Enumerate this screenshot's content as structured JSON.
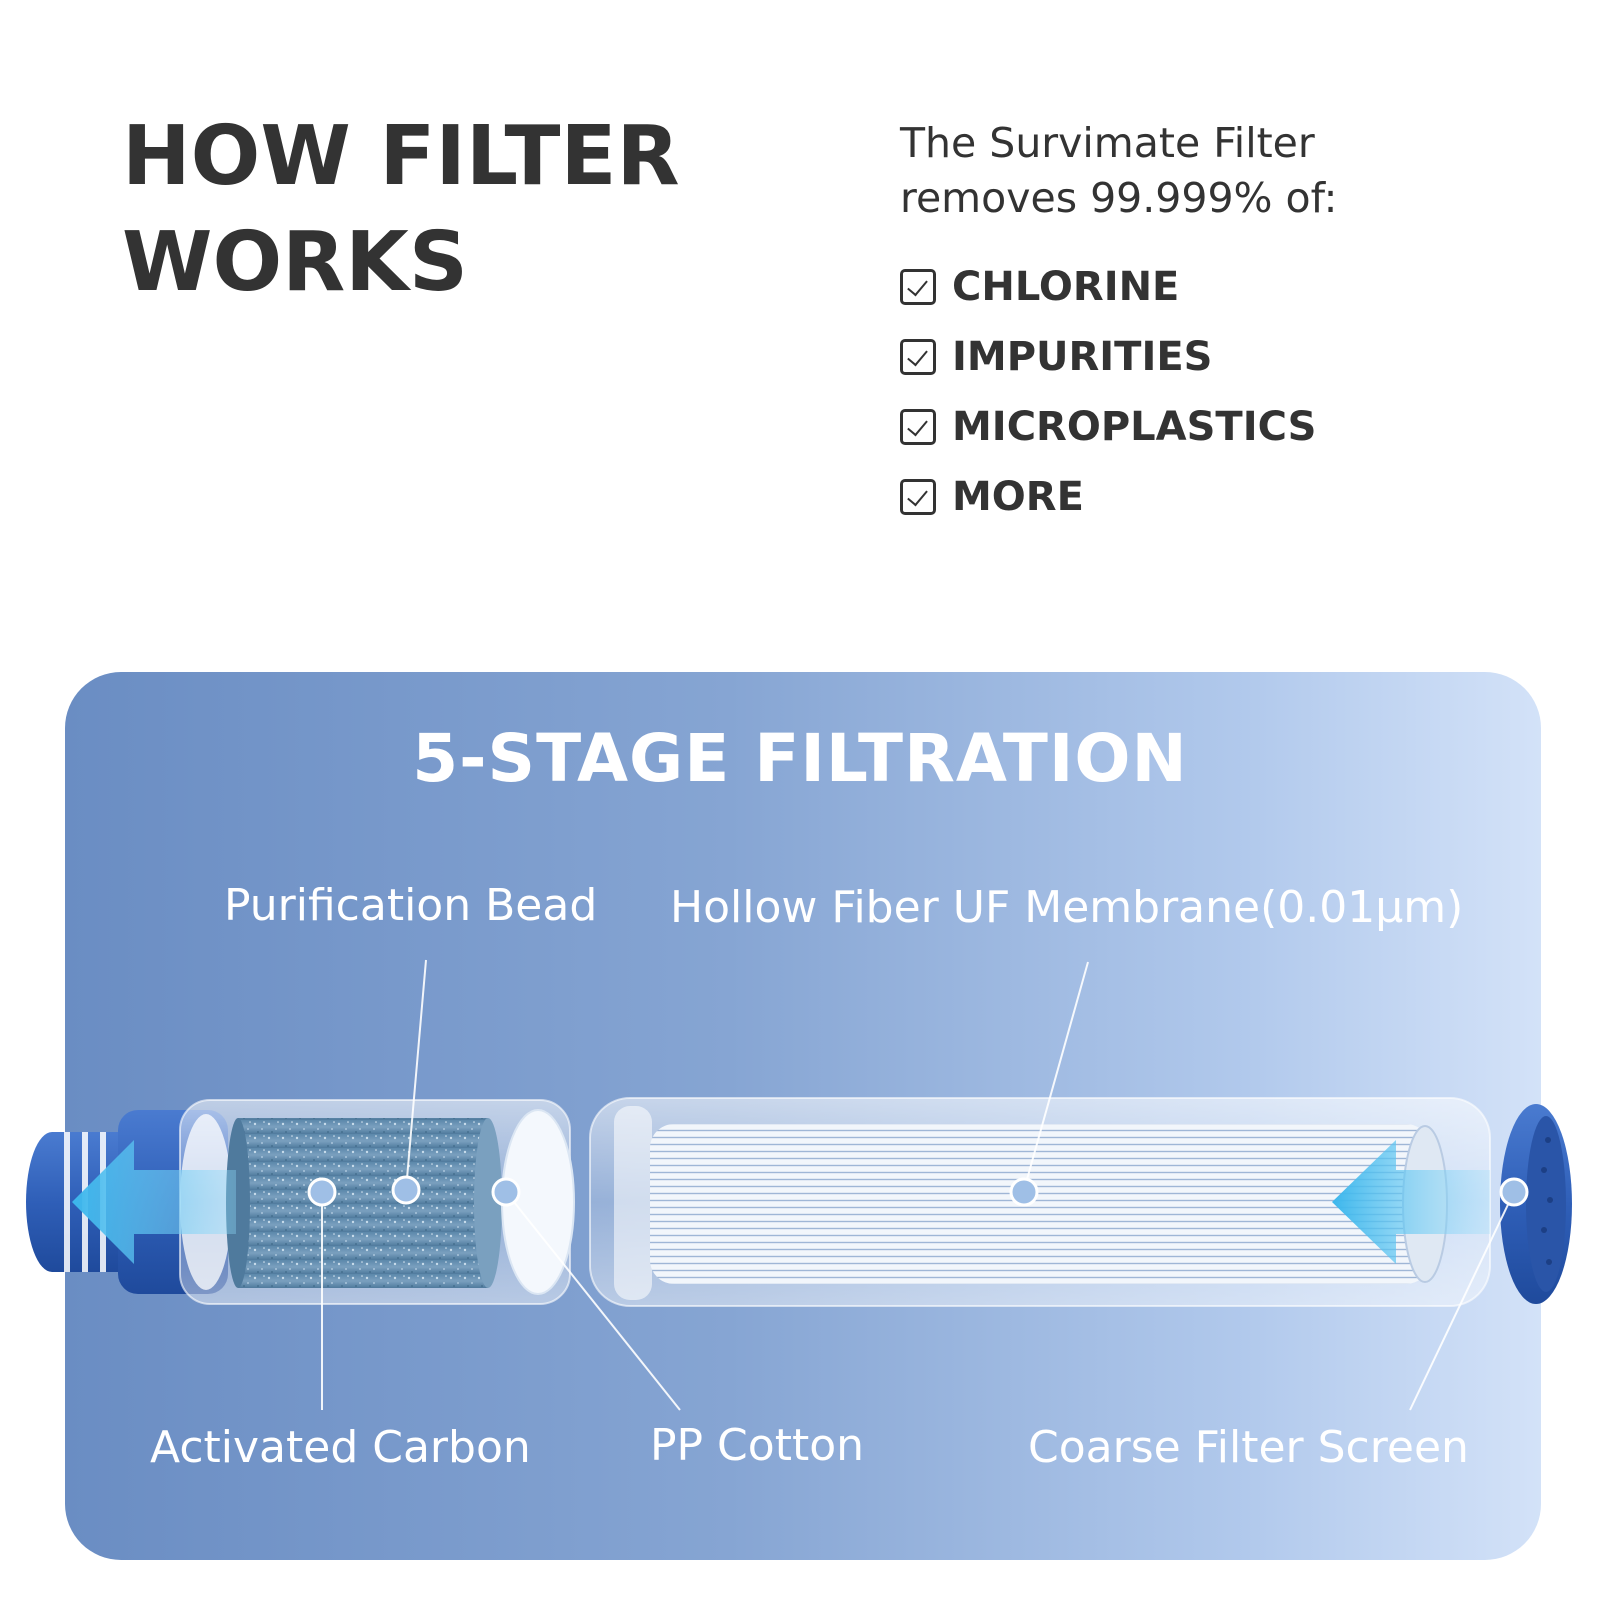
{
  "headline": {
    "line1": "HOW FILTER",
    "line2": "WORKS"
  },
  "intro": {
    "line1": "The Survimate Filter",
    "line2": "removes 99.999% of:"
  },
  "removes": [
    "CHLORINE",
    "IMPURITIES",
    "MICROPLASTICS",
    "MORE"
  ],
  "panel": {
    "title": "5-STAGE FILTRATION",
    "labels": {
      "purification_bead": "Purification Bead",
      "hollow_fiber": "Hollow Fiber UF Membrane(0.01μm)",
      "activated_carbon": "Activated Carbon",
      "pp_cotton": "PP Cotton",
      "coarse_screen": "Coarse Filter Screen"
    }
  },
  "colors": {
    "text_dark": "#333333",
    "panel_left": "#6a8dc3",
    "panel_right": "#d3e2f8",
    "cap_blue": "#2f5fb8",
    "flow_arrow": "#4fc3f0",
    "carbon": "#6c93b3"
  },
  "icons": [
    "checkbox-icon",
    "flow-arrow-icon",
    "callout-dot-icon"
  ]
}
